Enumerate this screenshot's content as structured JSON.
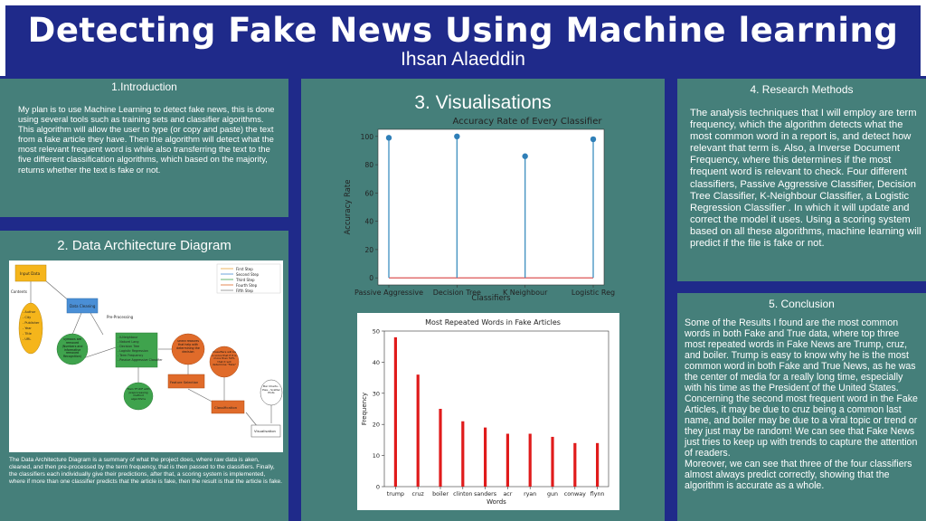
{
  "header": {
    "title": "Detecting Fake News Using Machine learning",
    "author": "Ihsan Alaeddin"
  },
  "intro": {
    "title": "1.Introduction",
    "text": "My plan is to use Machine Learning to detect fake news, this is done using several tools such as training sets and classifier algorithms. This algorithm will allow the user to type (or copy and paste) the text from a fake article they have. Then the algorithm will detect what the most relevant frequent word is while also transferring the text to the five different classification algorithms, which based on the majority, returns whether the text is fake or not."
  },
  "architecture": {
    "title": "2. Data Architecture Diagram",
    "caption": "The Data Architecture Diagram is a summary of what the project does, where raw data is aken, cleaned, and then pre-processed by the term frequency, that is then passed to the classifiers. Finally, the classifiers each individually give their predictions, after that, a scoring system is implemented, where if more than one classifier predicts that the article is fake, then the result is that the article is fake.",
    "legend": [
      "First Step",
      "Second Step",
      "Third Step",
      "Fourth Step",
      "Fifth Step"
    ],
    "nodes": {
      "input": "Input Data",
      "contents": "Contents",
      "fields": [
        "- Author",
        "- City",
        "- Publisher",
        "- Year",
        "- Title",
        "- URL"
      ],
      "cleaning": "Data Cleaning",
      "preprocess": "Pre-Processing",
      "symbols": "Symbols are removed (Numbers and Informative removed Recognition)",
      "models": [
        "- K-Neighbour",
        "- Naturel Lang",
        "- Decision Tree",
        "- Logistic Regression",
        "- Term Frequency",
        "- Passive Aggressive Classifier"
      ],
      "features": "Select features that help with determining the decision",
      "feature_sel": "Feature Selection",
      "classifiers_note": "Classifiers will be a score that if it is more than 50% that it will determine \"Fake\"",
      "tf": "Train TF-IDF with preprocessing method algorithms",
      "classification": "Classification",
      "charts": "Bar Charts - Pies - Scatter Plots",
      "visualisation": "Visualisation"
    }
  },
  "visualisations": {
    "title": "3. Visualisations"
  },
  "research": {
    "title": "4. Research Methods",
    "text": "The analysis techniques that I will employ are term frequency, which the algorithm detects what the most common word in a report is, and detect how relevant that term is. Also, a Inverse Document Frequency, where this determines if the most frequent word is relevant to check. Four different classifiers, Passive Aggressive Classifier, Decision Tree Classifier, K-Neighbour Classifier, a Logistic Regression Classifier . In which it will update and correct the model it uses. Using a scoring system based on all these algorithms, machine learning will predict if the file is fake or not."
  },
  "conclusion": {
    "title": "5. Conclusion",
    "text": "Some of the Results I found are the most common words in both Fake and True data, where top three most repeated words in Fake News are Trump, cruz, and boiler. Trump is easy to know why he is the most common word in both Fake and True News, as he was the center of media for a really long time, especially with his time as the President of the United States. Concerning the second most frequent word in the Fake Articles, it may be due to cruz being a common last name, and boiler may be due to a viral topic or trend or they just may be random! We can see that Fake News just tries to keep up with trends to capture the attention of readers.",
    "text2": "Moreover, we can see that three of the four classifiers almost always predict correctly, showing that the algorithm is accurate as a whole."
  },
  "chart_data": [
    {
      "type": "scatter",
      "style": "stem",
      "title": "Accuracy Rate of Every Classifier",
      "xlabel": "Classifiers",
      "ylabel": "Accuracy Rate",
      "categories": [
        "Passive Aggressive",
        "Decision Tree",
        "K Neighbour",
        "Logistic Reg"
      ],
      "values": [
        99,
        100,
        86,
        98
      ],
      "ylim": [
        -5,
        105
      ],
      "yticks": [
        0,
        20,
        40,
        60,
        80,
        100
      ],
      "colors": {
        "stem": "#3d8fbf",
        "marker": "#2f7fb8",
        "baseline": "#d94040"
      }
    },
    {
      "type": "bar",
      "title": "Most Repeated Words in Fake Articles",
      "xlabel": "Words",
      "ylabel": "Frequency",
      "categories": [
        "trump",
        "cruz",
        "boiler",
        "clinton",
        "sanders",
        "acr",
        "ryan",
        "gun",
        "conway",
        "flynn"
      ],
      "values": [
        48,
        36,
        25,
        21,
        19,
        17,
        17,
        16,
        14,
        14
      ],
      "ylim": [
        0,
        50
      ],
      "yticks": [
        0,
        10,
        20,
        30,
        40,
        50
      ],
      "colors": {
        "bar": "#e01b1b"
      }
    }
  ]
}
